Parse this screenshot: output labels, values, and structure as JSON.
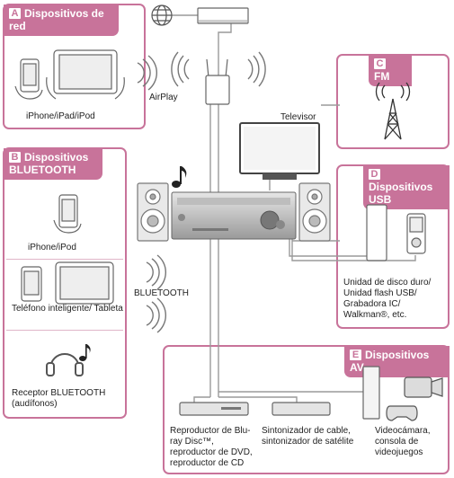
{
  "colors": {
    "accent": "#c8739a",
    "line": "#9a9a9a",
    "device": "#7a7a7a"
  },
  "panels": {
    "red": {
      "letter": "A",
      "title": "Dispositivos de red",
      "device_label": "iPhone/iPad/iPod"
    },
    "bluetooth": {
      "letter": "B",
      "title": "Dispositivos BLUETOOTH",
      "iphone_label": "iPhone/iPod",
      "phone_tablet_label": "Teléfono inteligente/ Tableta",
      "headphones_label": "Receptor BLUETOOTH (audífonos)"
    },
    "fm": {
      "letter": "C",
      "title": "FM"
    },
    "usb": {
      "letter": "D",
      "title": "Dispositivos USB",
      "label": "Unidad de disco duro/ Unidad flash USB/ Grabadora IC/ Walkman®, etc."
    },
    "av": {
      "letter": "E",
      "title": "Dispositivos AV",
      "bluray_label": "Reproductor de Blu-ray Disc™, reproductor de DVD, reproductor de CD",
      "tuner_label": "Sintonizador de cable, sintonizador de satélite",
      "camera_label": "Videocámara, consola de videojuegos"
    }
  },
  "labels": {
    "airplay": "AirPlay",
    "tv": "Televisor",
    "bluetooth": "BLUETOOTH"
  },
  "icons": [
    "globe-icon",
    "router-icon",
    "wifi-router-icon",
    "music-note-icon",
    "fm-tower-icon",
    "headphones-icon",
    "tv-icon",
    "receiver-icon",
    "speaker-icon",
    "hdd-icon",
    "walkman-icon",
    "bluray-player-icon",
    "set-top-box-icon",
    "game-console-icon",
    "camcorder-icon",
    "gamepad-icon"
  ]
}
